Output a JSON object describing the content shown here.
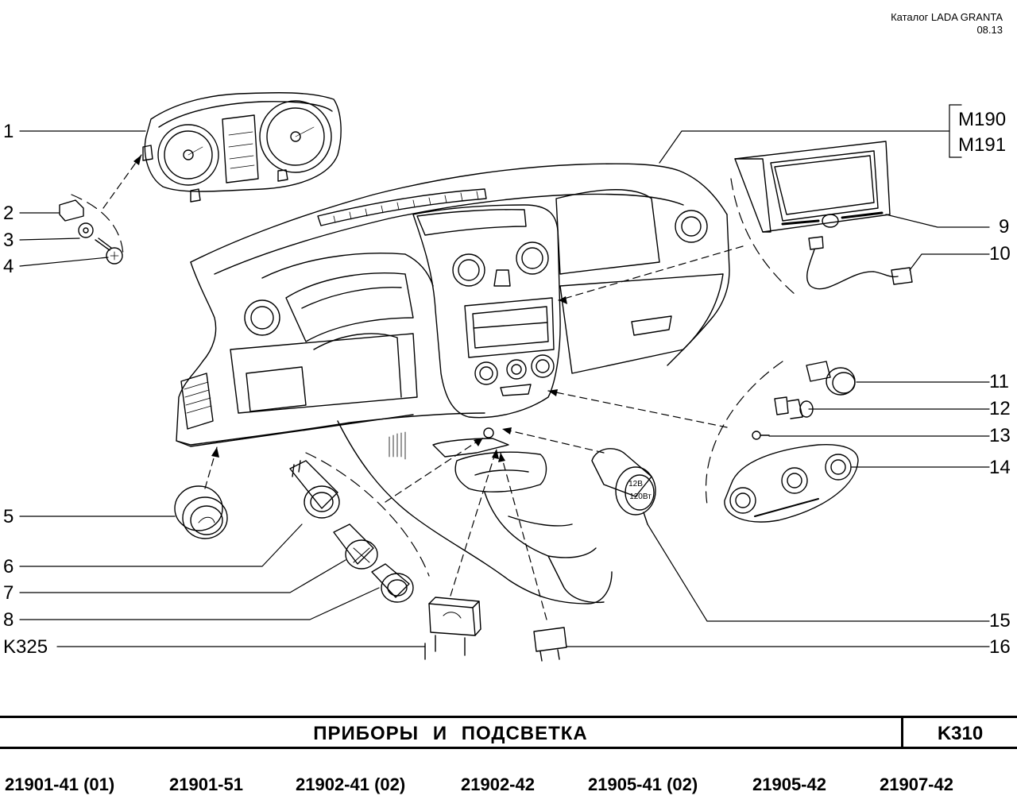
{
  "header": {
    "catalog": "Каталог  LADA  GRANTA",
    "date": "08.13"
  },
  "callouts": {
    "left": [
      "1",
      "2",
      "3",
      "4",
      "5",
      "6",
      "7",
      "8",
      "K325"
    ],
    "right": [
      "9",
      "10",
      "11",
      "12",
      "13",
      "14",
      "15",
      "16"
    ],
    "bracket": [
      "M190",
      "M191"
    ]
  },
  "title_bar": {
    "title": "ПРИБОРЫ   И   ПОДСВЕТКА",
    "code": "K310"
  },
  "models": [
    "21901-41 (01)",
    "21901-51",
    "21902-41 (02)",
    "21902-42",
    "21905-41 (02)",
    "21905-42",
    "21907-42"
  ],
  "gauge_text": {
    "socket_volt": "12В",
    "socket_watt": "120Вт"
  }
}
